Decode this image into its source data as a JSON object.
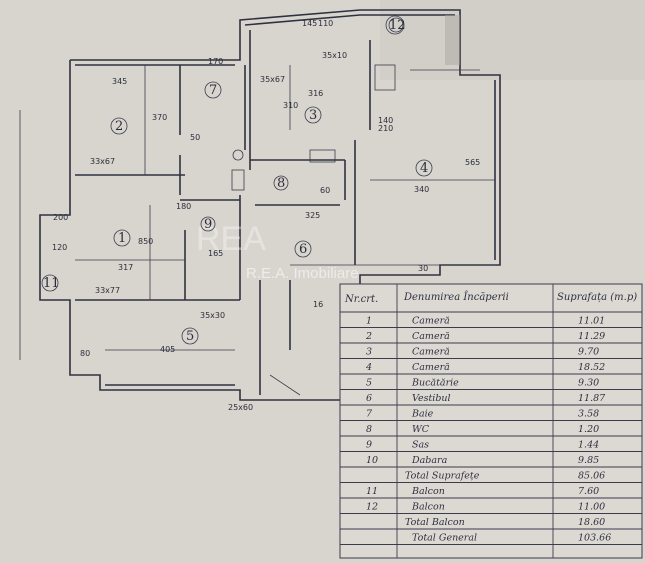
{
  "watermark": "R.E.A. Imobiliare",
  "rooms": [
    {
      "num": "1"
    },
    {
      "num": "2"
    },
    {
      "num": "3"
    },
    {
      "num": "4"
    },
    {
      "num": "5"
    },
    {
      "num": "6"
    },
    {
      "num": "7"
    },
    {
      "num": "8"
    },
    {
      "num": "9"
    },
    {
      "num": "11"
    },
    {
      "num": "12"
    }
  ],
  "dimensions": {
    "d1": "345",
    "d2": "370",
    "d3": "33x67",
    "d4": "850",
    "d5": "317",
    "d6": "33x77",
    "d7": "316",
    "d8": "35x67",
    "d9": "310",
    "d10": "140",
    "d11": "210",
    "d12": "340",
    "d13": "565",
    "d14": "405",
    "d15": "325",
    "d16": "165",
    "d17": "35x10",
    "d18": "200",
    "d19": "120",
    "d20": "180",
    "d21": "50",
    "d22": "35x30",
    "d23": "170",
    "d24": "30",
    "d25": "80",
    "d26": "60",
    "d27": "16",
    "d28": "25x60",
    "d29": "145",
    "d30": "110"
  },
  "table": {
    "headers": {
      "nr": "Nr.crt.",
      "name": "Denumirea Încăperii",
      "area": "Suprafața (m.p)"
    },
    "rows": [
      {
        "nr": "1",
        "name": "Cameră",
        "area": "11.01"
      },
      {
        "nr": "2",
        "name": "Cameră",
        "area": "11.29"
      },
      {
        "nr": "3",
        "name": "Cameră",
        "area": "9.70"
      },
      {
        "nr": "4",
        "name": "Cameră",
        "area": "18.52"
      },
      {
        "nr": "5",
        "name": "Bucătărie",
        "area": "9.30"
      },
      {
        "nr": "6",
        "name": "Vestibul",
        "area": "11.87"
      },
      {
        "nr": "7",
        "name": "Baie",
        "area": "3.58"
      },
      {
        "nr": "8",
        "name": "WC",
        "area": "1.20"
      },
      {
        "nr": "9",
        "name": "Sas",
        "area": "1.44"
      },
      {
        "nr": "10",
        "name": "Dabara",
        "area": "9.85"
      }
    ],
    "total_surface_label": "Total Suprafețe",
    "total_surface": "85.06",
    "balcony_rows": [
      {
        "nr": "11",
        "name": "Balcon",
        "area": "7.60"
      },
      {
        "nr": "12",
        "name": "Balcon",
        "area": "11.00"
      }
    ],
    "total_balcony_label": "Total Balcon",
    "total_balcony": "18.60",
    "total_general_label": "Total General",
    "total_general": "103.66"
  }
}
